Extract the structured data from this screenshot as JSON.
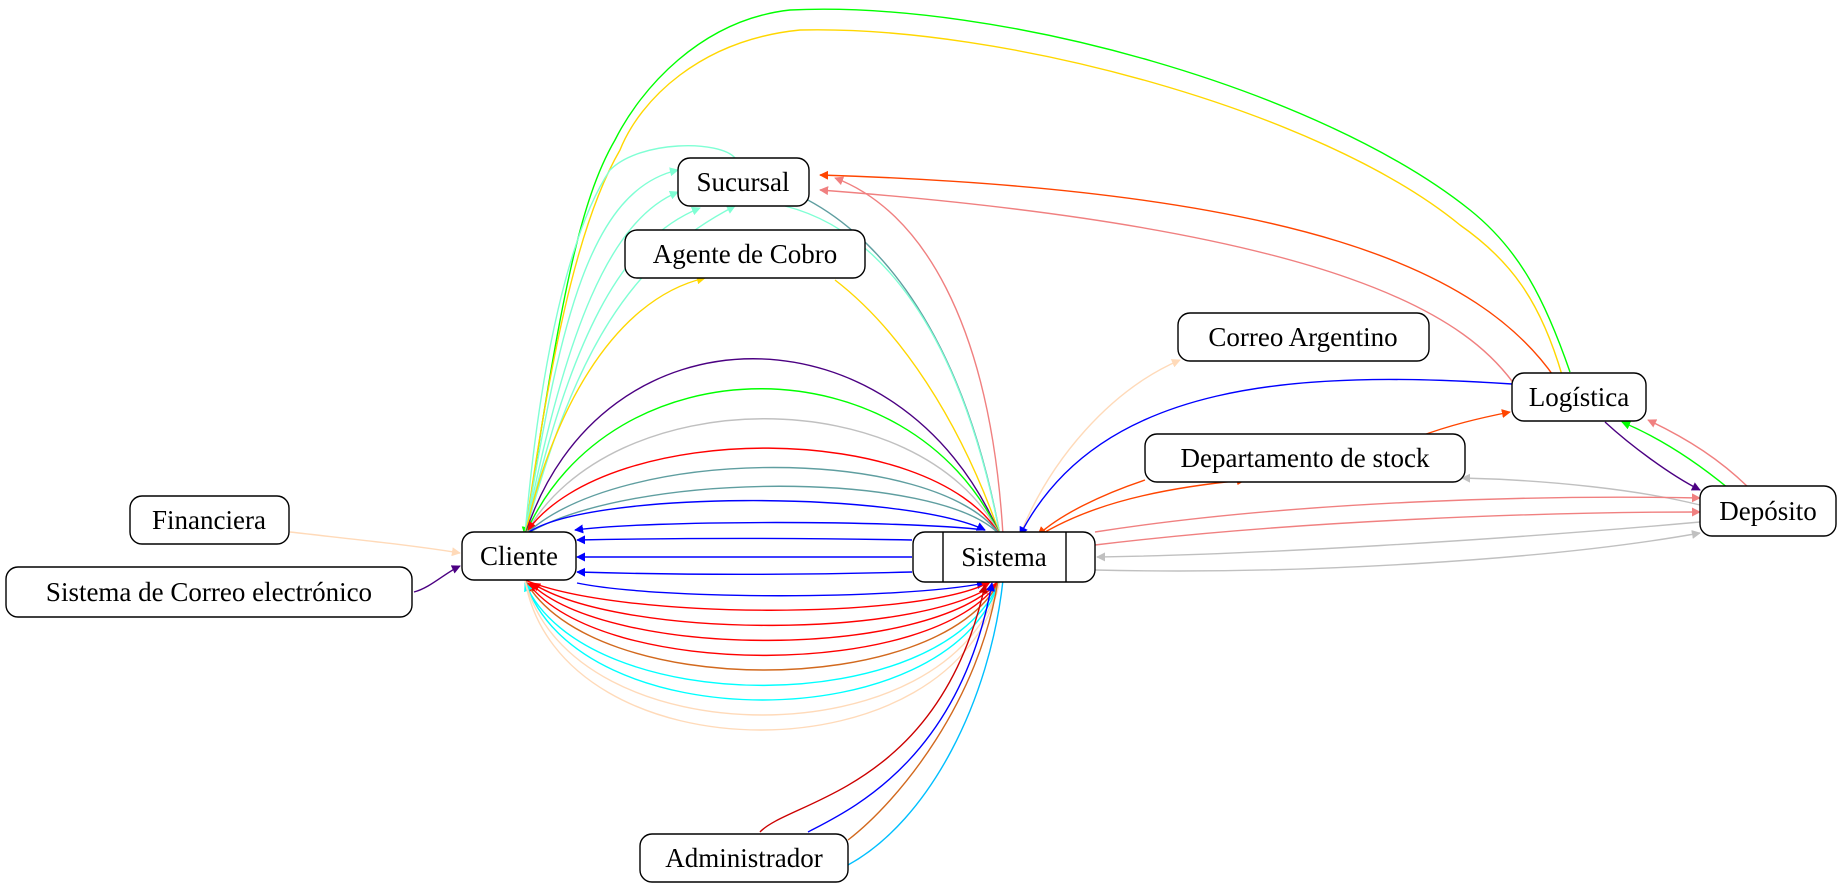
{
  "nodes": {
    "sucursal": "Sucursal",
    "agente_cobro": "Agente de Cobro",
    "correo_argentino": "Correo Argentino",
    "logistica": "Logística",
    "departamento_stock": "Departamento de stock",
    "deposito": "Depósito",
    "financiera": "Financiera",
    "cliente": "Cliente",
    "sistema_correo": "Sistema de Correo electrónico",
    "sistema": "Sistema",
    "administrador": "Administrador"
  },
  "colors": {
    "green": "#00ff00",
    "gold": "#ffd700",
    "orange_red": "#ff4500",
    "light_coral": "#f08080",
    "aquamarine": "#7fffd4",
    "cadet_blue": "#5f9ea0",
    "indigo": "#4b0082",
    "silver": "#c0c0c0",
    "red": "#ff0000",
    "blue": "#0000ff",
    "chocolate": "#d2691e",
    "cyan": "#00ffff",
    "peach": "#ffdab9",
    "dark_red": "#cc0000",
    "deep_sky_blue": "#00bfff"
  }
}
